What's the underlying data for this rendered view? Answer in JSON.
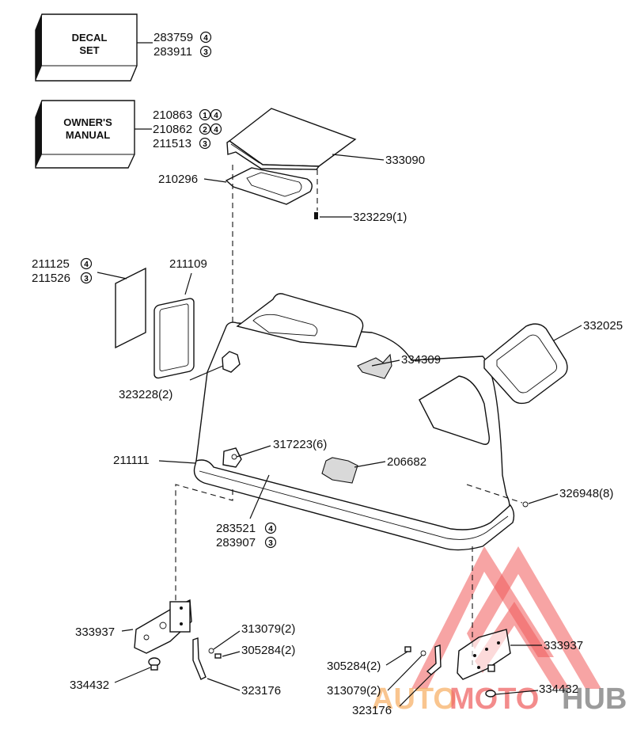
{
  "diagram": {
    "boxes": [
      {
        "id": "decal-set",
        "lines": [
          "DECAL",
          "SET"
        ]
      },
      {
        "id": "owners-manual",
        "lines": [
          "OWNER'S",
          "MANUAL"
        ]
      }
    ],
    "labels": {
      "decal_1": {
        "part": "283759",
        "note": "4"
      },
      "decal_2": {
        "part": "283911",
        "note": "3"
      },
      "manual_1": {
        "part": "210863",
        "notes": [
          "1",
          "4"
        ]
      },
      "manual_2": {
        "part": "210862",
        "notes": [
          "2",
          "4"
        ]
      },
      "manual_3": {
        "part": "211513",
        "note": "3"
      },
      "cover_top": {
        "part": "333090"
      },
      "cover_gasket": {
        "part": "210296"
      },
      "screw_top": {
        "part": "323229(1)"
      },
      "window_1": {
        "part": "211125",
        "note": "4"
      },
      "window_2": {
        "part": "211526",
        "note": "3"
      },
      "window_frame": {
        "part": "211109"
      },
      "grommet_side": {
        "part": "323228(2)"
      },
      "foam_top": {
        "part": "334309"
      },
      "rear_window": {
        "part": "332025"
      },
      "clip": {
        "part": "317223(6)"
      },
      "foam_side": {
        "part": "206682"
      },
      "seal": {
        "part": "211111"
      },
      "screw_rear": {
        "part": "326948(8)"
      },
      "hood_1": {
        "part": "283521",
        "note": "4"
      },
      "hood_2": {
        "part": "283907",
        "note": "3"
      },
      "latch_left": {
        "part": "333937"
      },
      "washer_left": {
        "part": "313079(2)"
      },
      "screw_left": {
        "part": "305284(2)"
      },
      "bumper_left": {
        "part": "334432"
      },
      "bracket_left": {
        "part": "323176"
      },
      "screw_right": {
        "part": "305284(2)"
      },
      "washer_right": {
        "part": "313079(2)"
      },
      "bracket_right": {
        "part": "323176"
      },
      "latch_right": {
        "part": "333937"
      },
      "bumper_right": {
        "part": "334432"
      }
    }
  },
  "watermark": {
    "text_parts": [
      "AUTO",
      "MOTO",
      "HUB"
    ],
    "colors": {
      "auto": "#f7b26a",
      "moto": "#f06666",
      "hub": "#8a8a8a",
      "triangle": "#f05a5a"
    }
  }
}
